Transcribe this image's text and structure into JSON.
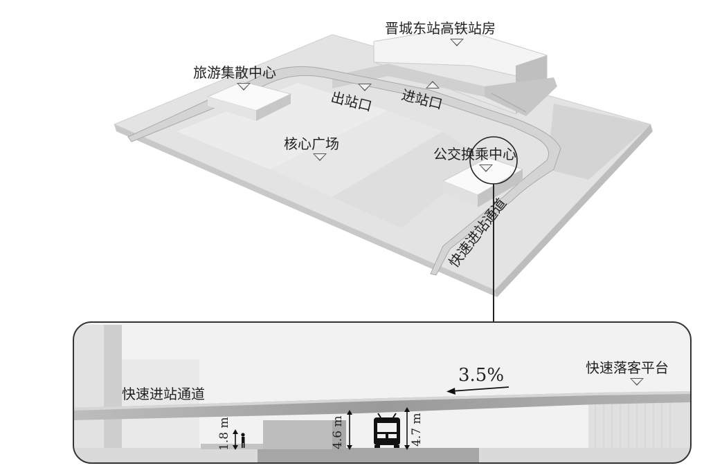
{
  "top_view": {
    "station_building": "晋城东站高铁站房",
    "tourist_center": "旅游集散中心",
    "exit": "出站口",
    "entrance": "进站口",
    "core_plaza": "核心广场",
    "bus_hub": "公交换乘中心",
    "express_ramp": "快速进站通道"
  },
  "section_view": {
    "express_ramp": "快速进站通道",
    "dropoff_platform": "快速落客平台",
    "slope": "3.5%",
    "clearance_pedestrian": "1.8 m",
    "clearance_mid": "4.6 m",
    "clearance_bus": "4.7 m"
  }
}
